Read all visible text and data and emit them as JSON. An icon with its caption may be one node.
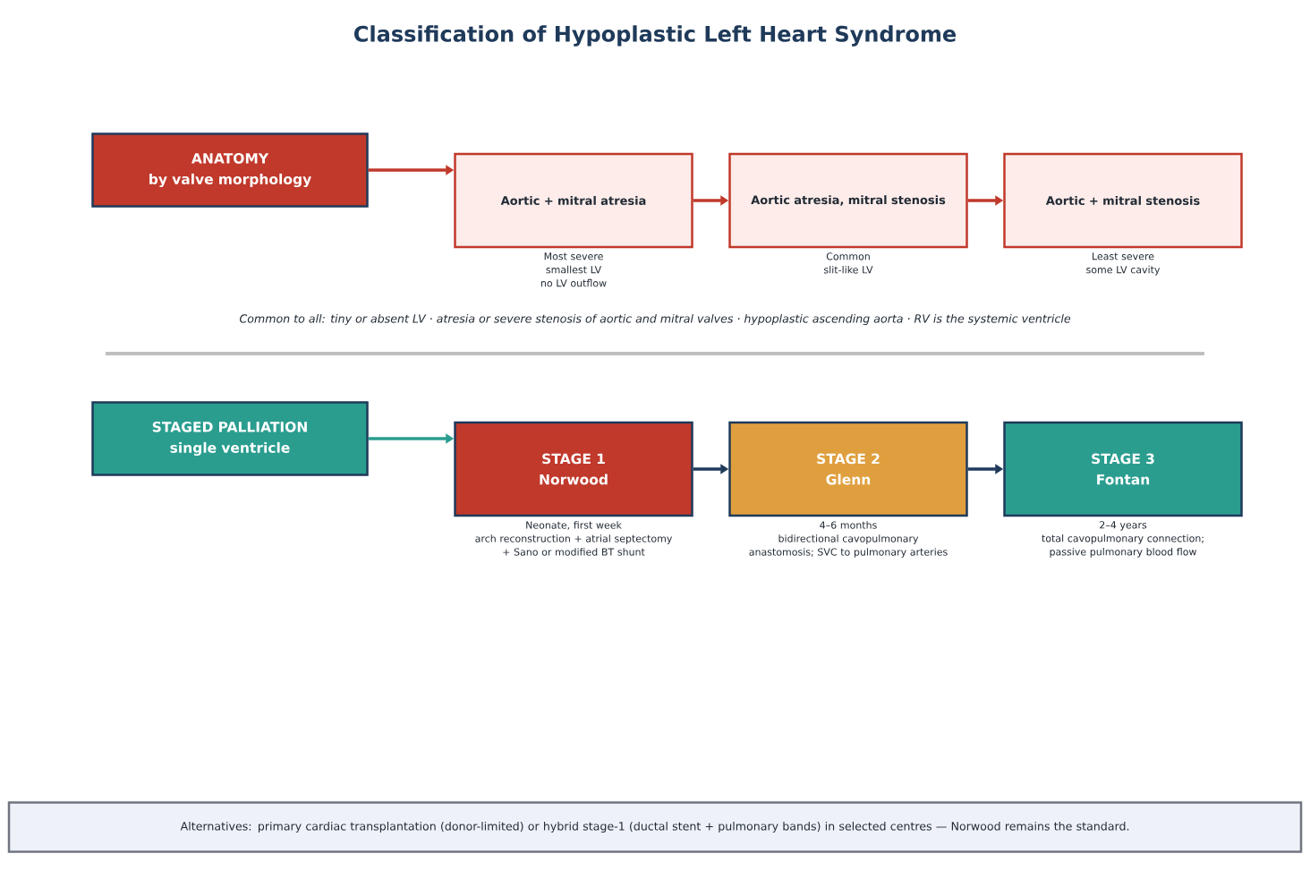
{
  "diagram": {
    "title": "Classification of Hypoplastic Left Heart Syndrome",
    "nodes": [
      {
        "text": [
          "ANATOMY",
          "by valve morphology"
        ]
      },
      {
        "text": [
          "Aortic + mitral atresia"
        ],
        "beside": [
          "Most severe",
          "smallest LV",
          "no LV outflow"
        ]
      },
      {
        "text": [
          "Aortic atresia, mitral stenosis"
        ],
        "beside": [
          "Common",
          "slit-like LV"
        ]
      },
      {
        "text": [
          "Aortic + mitral stenosis"
        ],
        "beside": [
          "Least severe",
          "some LV cavity"
        ]
      },
      {
        "text": [
          "STAGED PALLIATION",
          "single ventricle"
        ]
      },
      {
        "text": [
          "STAGE 1",
          "Norwood"
        ],
        "beside": [
          "Neonate, first week",
          "arch reconstruction + atrial septectomy + Sano or modified BT shunt"
        ]
      },
      {
        "text": [
          "STAGE 2",
          "Glenn"
        ],
        "beside": [
          "4–6 months",
          "bidirectional cavopulmonary anastomosis; SVC to pulmonary arteries"
        ]
      },
      {
        "text": [
          "STAGE 3",
          "Fontan"
        ],
        "beside": [
          "2–4 years",
          "total cavopulmonary connection; passive pulmonary blood flow"
        ]
      },
      {
        "text": [
          "Alternatives: primary cardiac transplantation (donor-limited) or hybrid stage-1 (ductal stent + pulmonary bands) in selected centres — Norwood remains the standard."
        ]
      }
    ],
    "edges": [
      {
        "from": 0,
        "to": 1,
        "arrow": "to"
      },
      {
        "from": 1,
        "to": 2,
        "arrow": "to"
      },
      {
        "from": 2,
        "to": 3,
        "arrow": "to"
      },
      {
        "from": 4,
        "to": 5,
        "arrow": "to",
        "color": "#2a9d8f"
      },
      {
        "from": 5,
        "to": 6,
        "arrow": "to",
        "color": "#1f3a5a"
      },
      {
        "from": 6,
        "to": 7,
        "arrow": "to",
        "color": "#1f3a5a"
      }
    ],
    "labels": [
      "Common to all: tiny or absent LV · atresia or severe stenosis of aortic and mitral valves · hypoplastic ascending aorta · RV is the systemic ventricle"
    ]
  }
}
